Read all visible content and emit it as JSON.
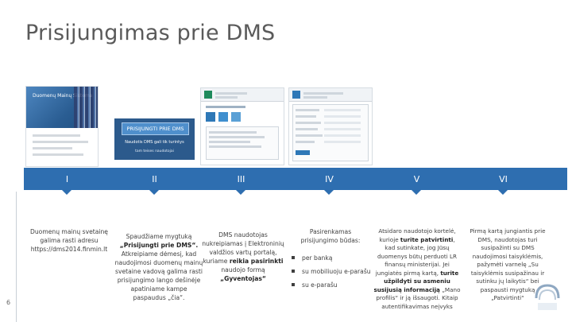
{
  "slide": {
    "title": "Prisijungimas prie DMS",
    "page_number": "6"
  },
  "screenshots": {
    "s1_banner_text": "Duomenų Mainų Sistema",
    "s2_button": "PRISIJUNGTI PRIE DMS",
    "s2_line1": "Naudotis DMS gali tik turintys",
    "s2_line2": "tam teises naudotojai"
  },
  "steps": [
    "I",
    "II",
    "III",
    "IV",
    "V",
    "VI"
  ],
  "descriptions": {
    "step1": {
      "line1": "Duomenų mainų svetainę",
      "line2": "galima rasti adresu",
      "url": "https://dms2014.finmin.lt"
    },
    "step2": {
      "lead": "Spaudžiame mygtuką",
      "bold": "„Prisijungti prie DMS“.",
      "rest": "Atkreipiame dėmesį, kad naudojimosi duomenų mainų svetaine vadovą galima rasti prisijungimo lango dešinėje apatiniame kampe paspaudus „čia“."
    },
    "step3": {
      "text1": "DMS naudotojas nukreipiamas į Elektroninių valdžios vartų portalą, kuriame",
      "bold": "reikia pasirinkti",
      "text2": "naudojo formą",
      "bold2": "„Gyventojas“"
    },
    "step4": {
      "text": "Pasirenkamas prisijungimo būdas:",
      "options": [
        "per banką",
        "su mobiliuoju e-parašu",
        "su e-parašu"
      ]
    },
    "step5": {
      "text1": "Atsidaro naudotojo kortelė, kurioje",
      "bold1": "turite patvirtinti",
      "text2": ", kad sutinkate, jog Jūsų duomenys būtų perduoti LR finansų ministerijai.",
      "text3": "Jei jungiatės pirmą kartą,",
      "bold2": "turite užpildyti su asmeniu susijusią informaciją",
      "text4": "„Mano profilis“ ir ją išsaugoti. Kitaip autentifikavimas neįvyks"
    },
    "step6": {
      "text": "Pirmą kartą jungiantis prie DMS, naudotojas turi susipažinti su DMS naudojimosi taisyklėmis, pažymėti varnelę „Su taisyklėmis susipažinau ir sutinku jų laikytis“ bei paspausti mygtuką „Patvirtinti“"
    }
  },
  "colors": {
    "timeline": "#2e6eb0",
    "banner": "#2c5a8c",
    "title": "#5a5a5a"
  }
}
